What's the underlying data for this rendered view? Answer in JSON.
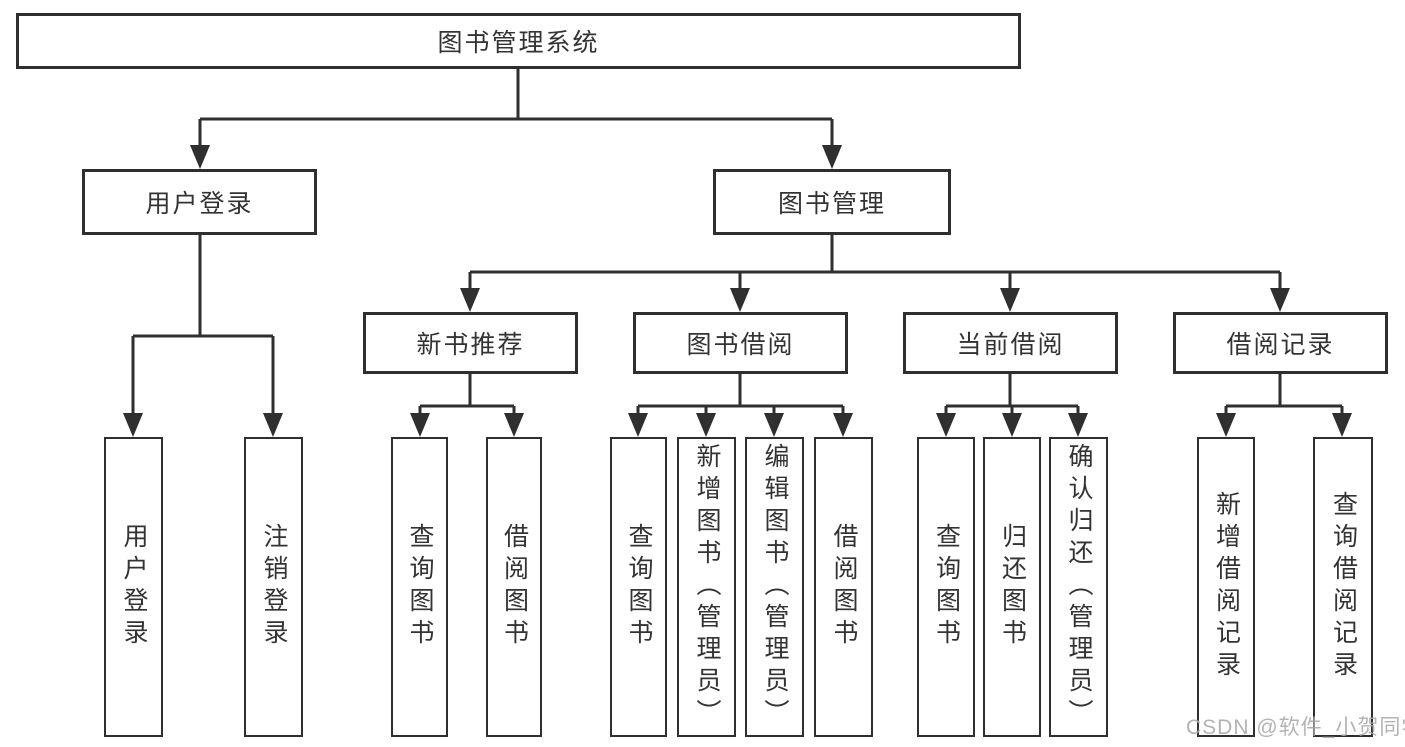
{
  "tree": {
    "root": {
      "label": "图书管理系统",
      "children": [
        {
          "label": "用户登录",
          "children": [
            {
              "label": "用户登录"
            },
            {
              "label": "注销登录"
            }
          ]
        },
        {
          "label": "图书管理",
          "children": [
            {
              "label": "新书推荐",
              "children": [
                {
                  "label": "查询图书"
                },
                {
                  "label": "借阅图书"
                }
              ]
            },
            {
              "label": "图书借阅",
              "children": [
                {
                  "label": "查询图书"
                },
                {
                  "label": "新增图书（管理员）"
                },
                {
                  "label": "编辑图书（管理员）"
                },
                {
                  "label": "借阅图书"
                }
              ]
            },
            {
              "label": "当前借阅",
              "children": [
                {
                  "label": "查询图书"
                },
                {
                  "label": "归还图书"
                },
                {
                  "label": "确认归还（管理员）"
                }
              ]
            },
            {
              "label": "借阅记录",
              "children": [
                {
                  "label": "新增借阅记录"
                },
                {
                  "label": "查询借阅记录"
                }
              ]
            }
          ]
        }
      ]
    }
  },
  "watermark": {
    "text": "CSDN @软件_小贺同学"
  },
  "colors": {
    "line": "#2f2f2f",
    "text": "#333333",
    "watermark": "#ababab",
    "background": "#ffffff"
  }
}
